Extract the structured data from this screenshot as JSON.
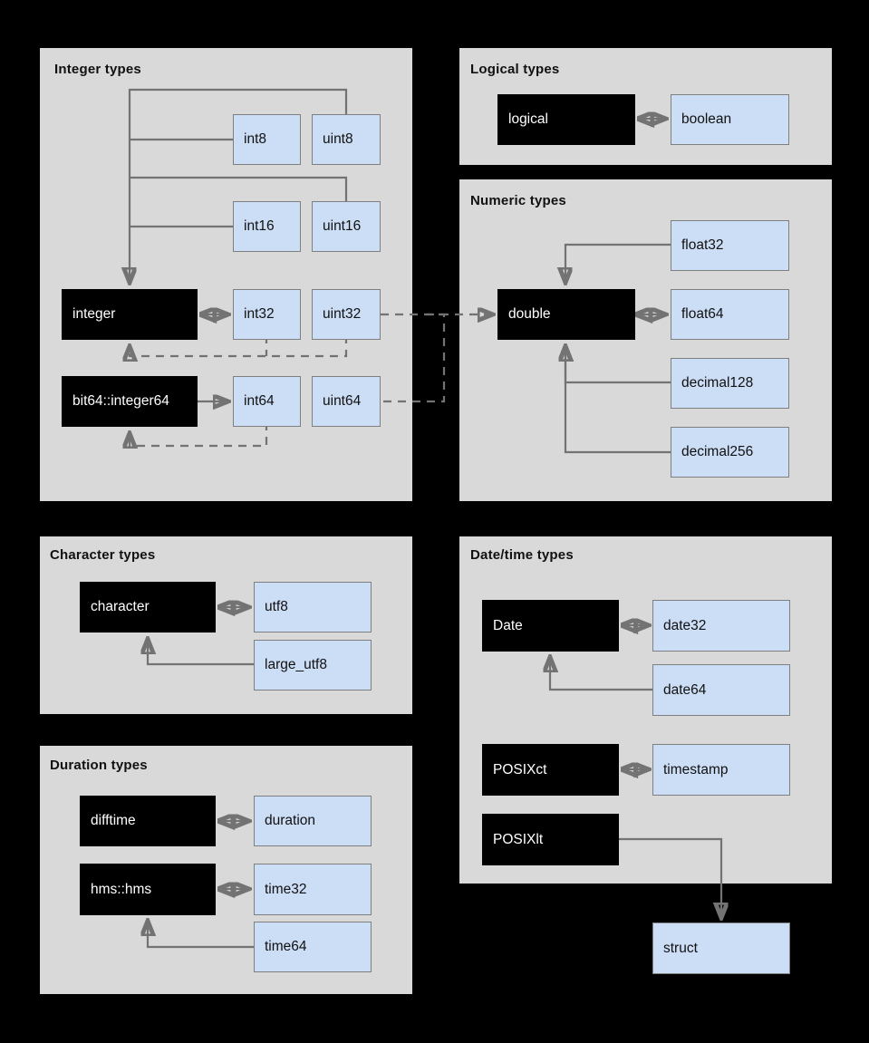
{
  "diagram": {
    "title_hidden": "",
    "colors": {
      "background": "#000000",
      "panel": "#d9d9d9",
      "r_type_fill": "#000000",
      "r_type_text": "#ffffff",
      "arrow_type_fill": "#ccddf6",
      "arrow_type_border": "#7f7f7f",
      "connector": "#737373"
    }
  },
  "panels": [
    {
      "id": "integer-types",
      "title": "Integer types",
      "nodes": [
        {
          "id": "int8",
          "label": "int8",
          "kind": "arrow"
        },
        {
          "id": "uint8",
          "label": "uint8",
          "kind": "arrow"
        },
        {
          "id": "int16",
          "label": "int16",
          "kind": "arrow"
        },
        {
          "id": "uint16",
          "label": "uint16",
          "kind": "arrow"
        },
        {
          "id": "integer",
          "label": "integer",
          "kind": "r"
        },
        {
          "id": "int32",
          "label": "int32",
          "kind": "arrow"
        },
        {
          "id": "uint32",
          "label": "uint32",
          "kind": "arrow"
        },
        {
          "id": "bit64-integer64",
          "label": "bit64::integer64",
          "kind": "r"
        },
        {
          "id": "int64",
          "label": "int64",
          "kind": "arrow"
        },
        {
          "id": "uint64",
          "label": "uint64",
          "kind": "arrow"
        }
      ]
    },
    {
      "id": "logical-types",
      "title": "Logical types",
      "nodes": [
        {
          "id": "logical",
          "label": "logical",
          "kind": "r"
        },
        {
          "id": "boolean",
          "label": "boolean",
          "kind": "arrow"
        }
      ]
    },
    {
      "id": "numeric-types",
      "title": "Numeric types",
      "nodes": [
        {
          "id": "float32",
          "label": "float32",
          "kind": "arrow"
        },
        {
          "id": "double",
          "label": "double",
          "kind": "r"
        },
        {
          "id": "float64",
          "label": "float64",
          "kind": "arrow"
        },
        {
          "id": "decimal128",
          "label": "decimal128",
          "kind": "arrow"
        },
        {
          "id": "decimal256",
          "label": "decimal256",
          "kind": "arrow"
        }
      ]
    },
    {
      "id": "character-types",
      "title": "Character  types",
      "nodes": [
        {
          "id": "character",
          "label": "character",
          "kind": "r"
        },
        {
          "id": "utf8",
          "label": "utf8",
          "kind": "arrow"
        },
        {
          "id": "large-utf8",
          "label": "large_utf8",
          "kind": "arrow"
        }
      ]
    },
    {
      "id": "duration-types",
      "title": "Duration  types",
      "nodes": [
        {
          "id": "difftime",
          "label": "difftime",
          "kind": "r"
        },
        {
          "id": "duration",
          "label": "duration",
          "kind": "arrow"
        },
        {
          "id": "hms-hms",
          "label": "hms::hms",
          "kind": "r"
        },
        {
          "id": "time32",
          "label": "time32",
          "kind": "arrow"
        },
        {
          "id": "time64",
          "label": "time64",
          "kind": "arrow"
        }
      ]
    },
    {
      "id": "datetime-types",
      "title": "Date/time types",
      "nodes": [
        {
          "id": "date-r",
          "label": "Date",
          "kind": "r"
        },
        {
          "id": "date32",
          "label": "date32",
          "kind": "arrow"
        },
        {
          "id": "date64",
          "label": "date64",
          "kind": "arrow"
        },
        {
          "id": "posixct",
          "label": "POSIXct",
          "kind": "r"
        },
        {
          "id": "timestamp",
          "label": "timestamp",
          "kind": "arrow"
        },
        {
          "id": "posixlt",
          "label": "POSIXlt",
          "kind": "r"
        }
      ]
    }
  ],
  "standalone_nodes": [
    {
      "id": "struct",
      "label": "struct",
      "kind": "arrow"
    }
  ],
  "labels": {
    "integer_types": "Integer types",
    "logical_types": "Logical types",
    "numeric_types": "Numeric types",
    "character_types": "Character  types",
    "duration_types": "Duration  types",
    "datetime_types": "Date/time types",
    "int8": "int8",
    "uint8": "uint8",
    "int16": "int16",
    "uint16": "uint16",
    "integer": "integer",
    "int32": "int32",
    "uint32": "uint32",
    "bit64_integer64": "bit64::integer64",
    "int64": "int64",
    "uint64": "uint64",
    "logical": "logical",
    "boolean": "boolean",
    "float32": "float32",
    "double": "double",
    "float64": "float64",
    "decimal128": "decimal128",
    "decimal256": "decimal256",
    "character": "character",
    "utf8": "utf8",
    "large_utf8": "large_utf8",
    "difftime": "difftime",
    "duration": "duration",
    "hms_hms": "hms::hms",
    "time32": "time32",
    "time64": "time64",
    "date": "Date",
    "date32": "date32",
    "date64": "date64",
    "posixct": "POSIXct",
    "timestamp": "timestamp",
    "posixlt": "POSIXlt",
    "struct": "struct"
  }
}
